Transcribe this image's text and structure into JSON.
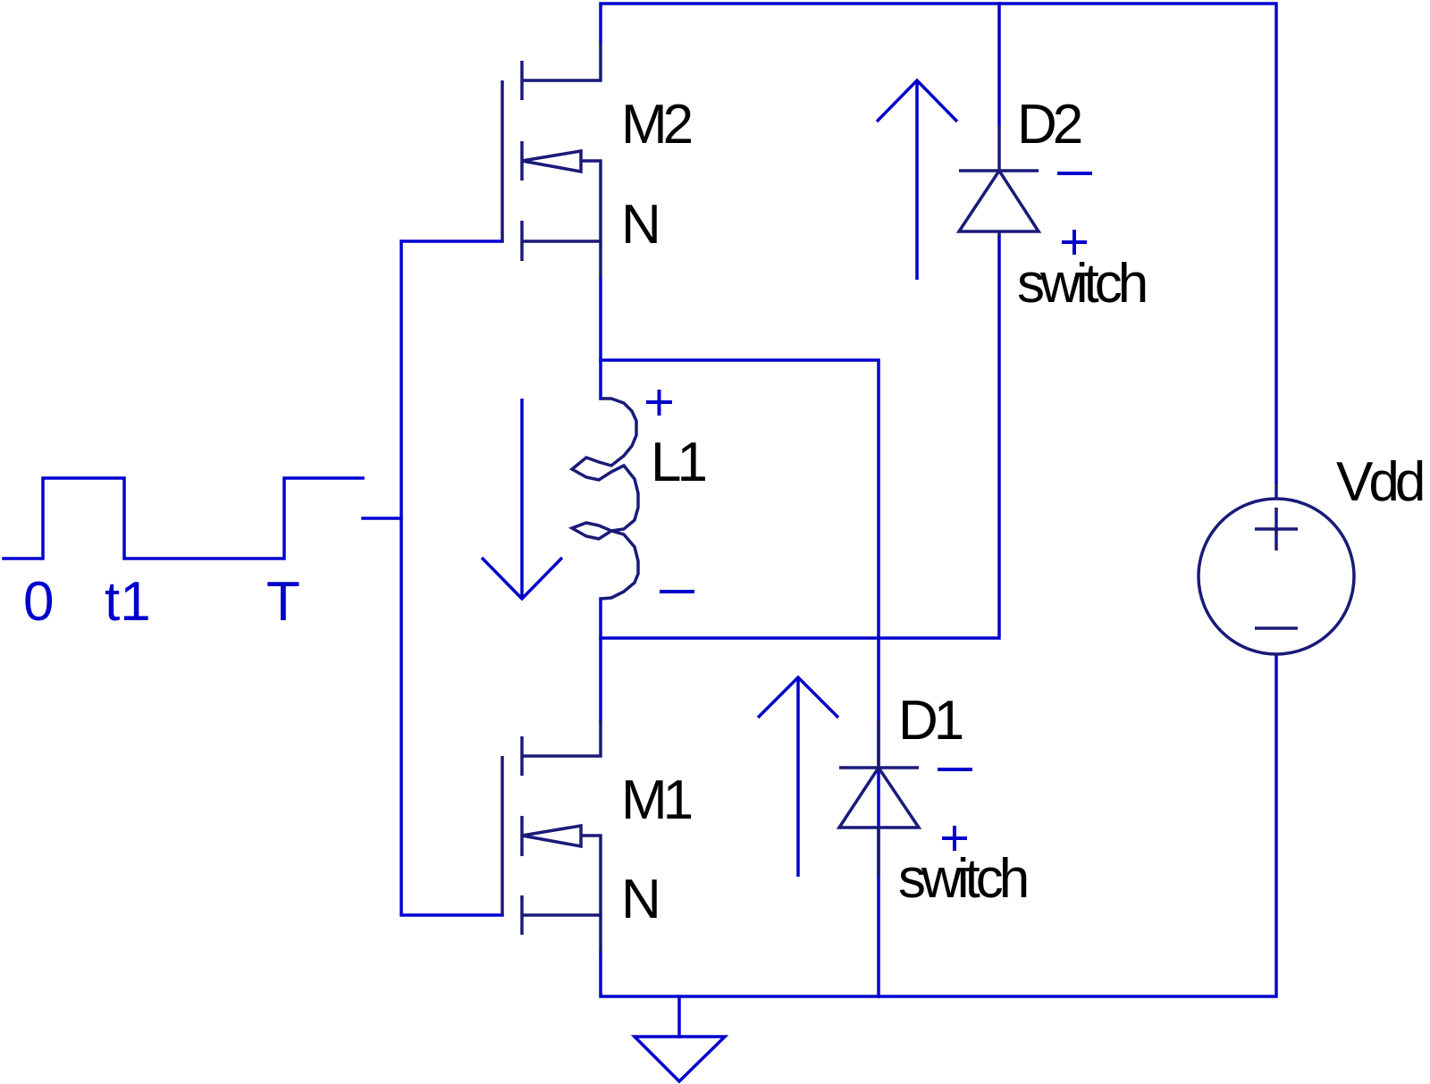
{
  "colors": {
    "wire": "#0000d0",
    "component": "#1a1a7a",
    "label": "#000000",
    "annotation": "#0000cc"
  },
  "components": {
    "m2": {
      "name": "M2",
      "type": "N"
    },
    "m1": {
      "name": "M1",
      "type": "N"
    },
    "d2": {
      "name": "D2",
      "model": "switch"
    },
    "d1": {
      "name": "D1",
      "model": "switch"
    },
    "l1": {
      "name": "L1"
    },
    "vdd": {
      "name": "Vdd"
    }
  },
  "pulse": {
    "labels": [
      "0",
      "t1",
      "T"
    ]
  }
}
